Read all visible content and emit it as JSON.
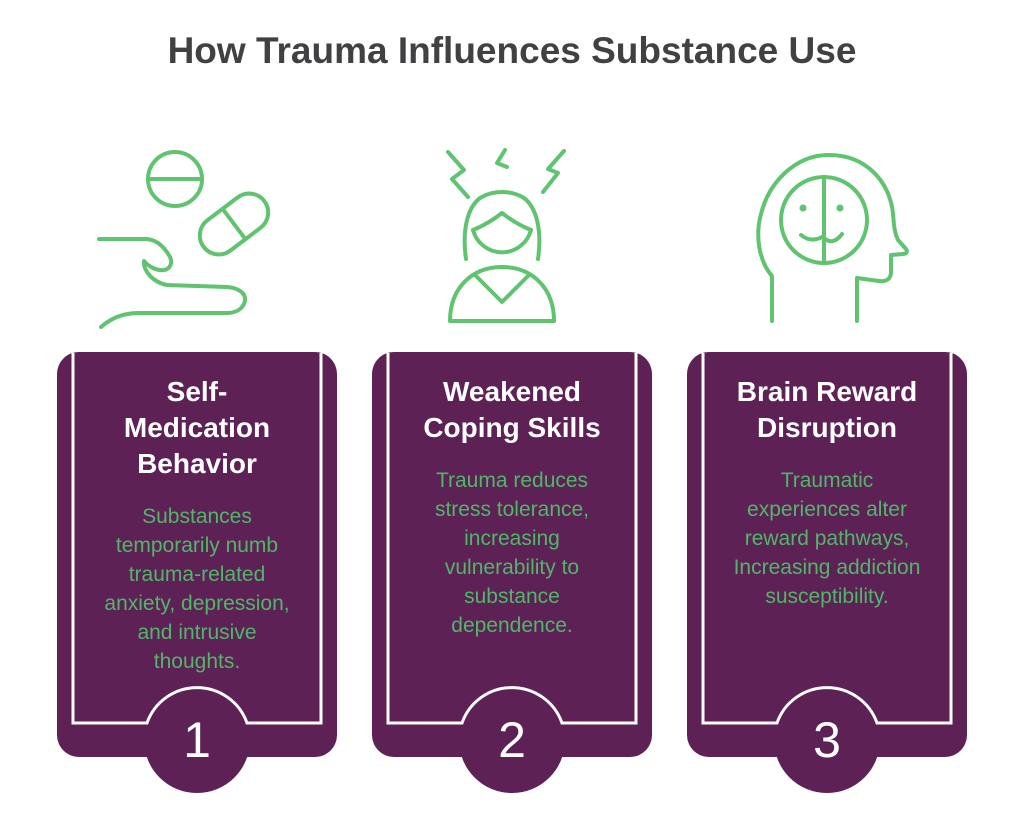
{
  "title": "How Trauma Influences Substance Use",
  "colors": {
    "card_purple": "#5E2156",
    "icon_green": "#5FC36F",
    "description_green": "#4FB768",
    "title_gray": "#414042",
    "card_inner_border": "#FFFFFF",
    "background": "#FFFFFF"
  },
  "cards": [
    {
      "number": "1",
      "icon": "hand-offering-pills-icon",
      "title": "Self-Medication Behavior",
      "description": "Substances temporarily numb trauma-related anxiety, depression, and intrusive thoughts."
    },
    {
      "number": "2",
      "icon": "stressed-woman-icon",
      "title": "Weakened Coping Skills",
      "description": "Trauma reduces stress tolerance, increasing vulnerability to substance dependence."
    },
    {
      "number": "3",
      "icon": "head-profile-split-mood-icon",
      "title": "Brain Reward Disruption",
      "description": "Traumatic experiences alter reward pathways, Increasing addiction susceptibility."
    }
  ]
}
